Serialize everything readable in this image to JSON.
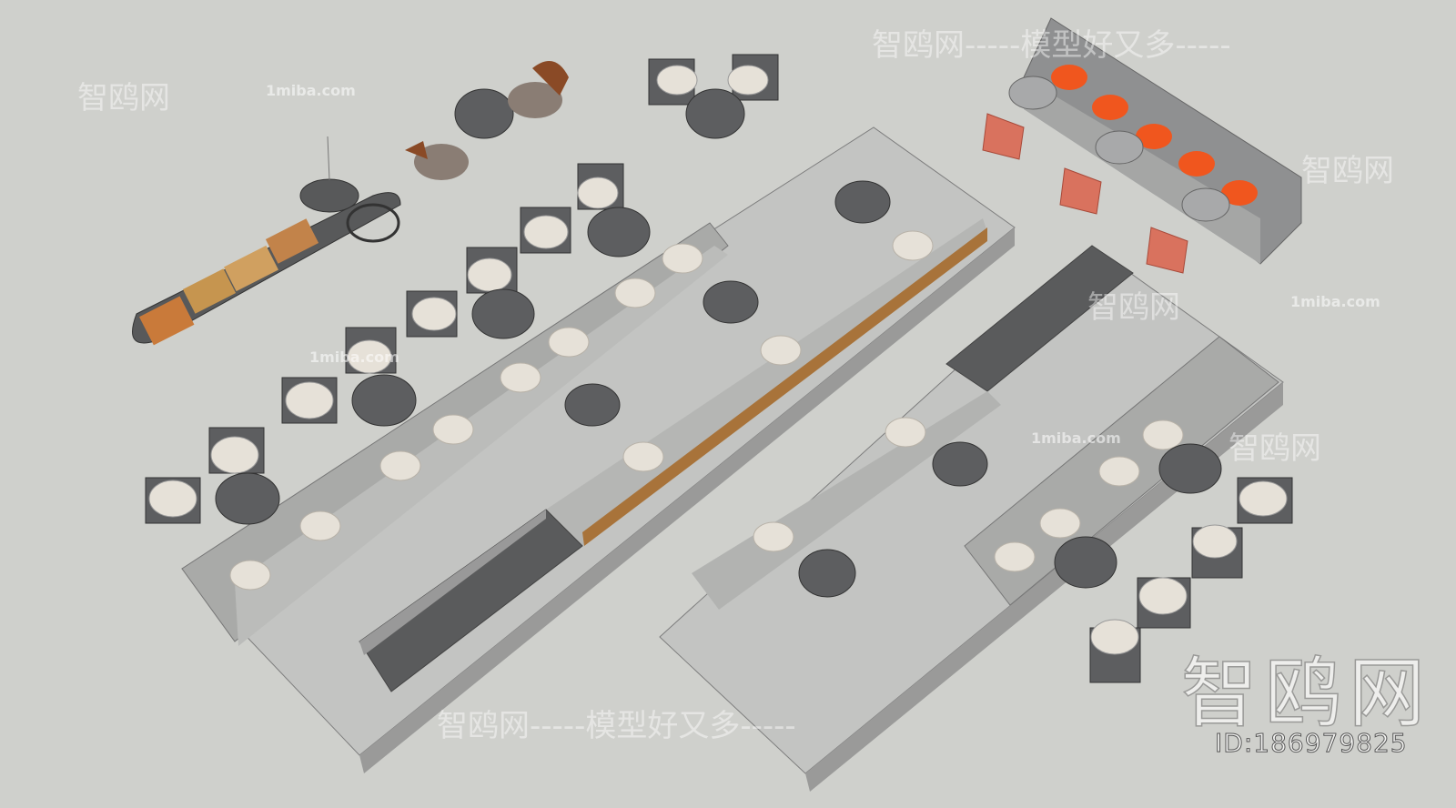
{
  "watermarks": {
    "banner_top": "智鸥网-----模型好又多-----",
    "banner_bottom": "智鸥网-----模型好又多-----",
    "brand_short": "智鸥网",
    "site": "1miba.com",
    "logo_text": "智鸥网",
    "model_id": "ID:186979825"
  },
  "colors": {
    "background": "#cfd0cc",
    "concrete": "#bfc0be",
    "table_top": "#5d5e60",
    "cushion": "#e6e1d8",
    "orange_seat": "#f0561e",
    "red_chair": "#d9725e",
    "wood_strip": "#a8733a"
  }
}
